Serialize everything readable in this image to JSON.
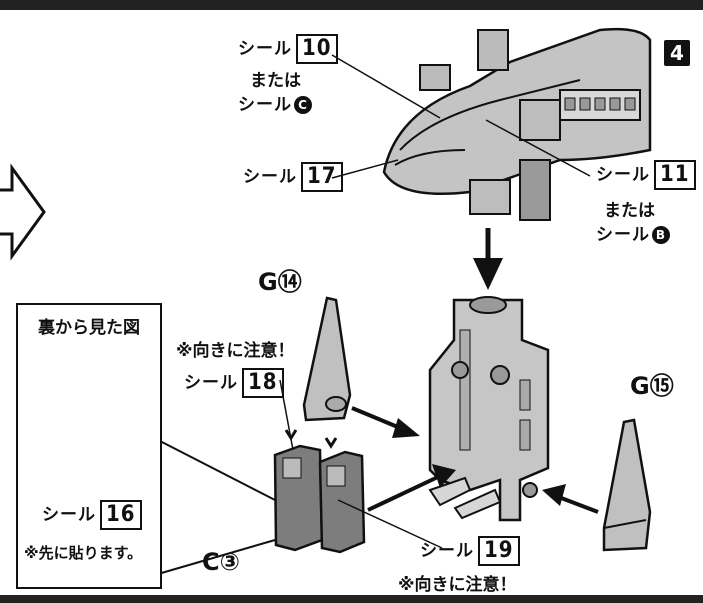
{
  "step_number": "4",
  "stickers": {
    "s10": {
      "prefix": "シール",
      "num": "10",
      "or": "または",
      "alt_prefix": "シール",
      "alt": "C"
    },
    "s17": {
      "prefix": "シール",
      "num": "17"
    },
    "s11": {
      "prefix": "シール",
      "num": "11",
      "or": "または",
      "alt_prefix": "シール",
      "alt": "B"
    },
    "s18": {
      "prefix": "シール",
      "num": "18"
    },
    "s19": {
      "prefix": "シール",
      "num": "19"
    },
    "s16": {
      "prefix": "シール",
      "num": "16"
    }
  },
  "notes": {
    "orientation_top": "※向きに注意！",
    "orientation_bottom": "※向きに注意！",
    "apply_first": "※先に貼ります。"
  },
  "parts": {
    "g14": "G⑭",
    "g15": "G⑮",
    "c3": "C③"
  },
  "inset": {
    "title": "裏から見た図"
  },
  "colors": {
    "part_gray": "#bcbcbc",
    "part_dark": "#7d7d7d",
    "outline": "#111111"
  }
}
